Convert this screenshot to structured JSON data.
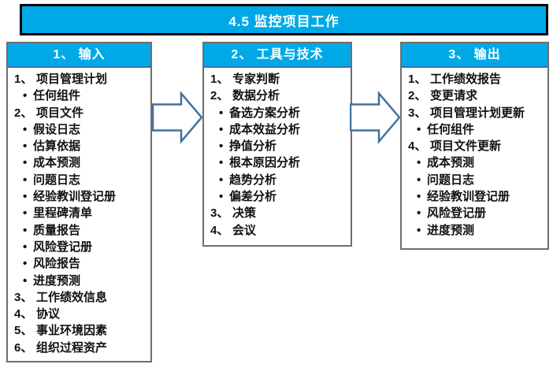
{
  "title": "4.5 监控项目工作",
  "colors": {
    "accent": "#00A9E6",
    "header_text": "#FFFFFF",
    "header_underline": "#2E75B6",
    "title_border": "#000000",
    "box_border": "#6E6E6E",
    "body_text": "#111111",
    "arrow_outline": "#41719C"
  },
  "columns": [
    {
      "header": "1、 输入",
      "items": [
        {
          "marker": "1、",
          "text": "项目管理计划",
          "level": 0
        },
        {
          "marker": "•",
          "text": "任何组件",
          "level": 1
        },
        {
          "marker": "2、",
          "text": "项目文件",
          "level": 0
        },
        {
          "marker": "•",
          "text": "假设日志",
          "level": 1
        },
        {
          "marker": "•",
          "text": "估算依据",
          "level": 1
        },
        {
          "marker": "•",
          "text": "成本预测",
          "level": 1
        },
        {
          "marker": "•",
          "text": "问题日志",
          "level": 1
        },
        {
          "marker": "•",
          "text": "经验教训登记册",
          "level": 1
        },
        {
          "marker": "•",
          "text": "里程碑清单",
          "level": 1
        },
        {
          "marker": "•",
          "text": "质量报告",
          "level": 1
        },
        {
          "marker": "•",
          "text": "风险登记册",
          "level": 1
        },
        {
          "marker": "•",
          "text": "风险报告",
          "level": 1
        },
        {
          "marker": "•",
          "text": "进度预测",
          "level": 1
        },
        {
          "marker": "3、",
          "text": "工作绩效信息",
          "level": 0
        },
        {
          "marker": "4、",
          "text": "协议",
          "level": 0
        },
        {
          "marker": "5、",
          "text": "事业环境因素",
          "level": 0
        },
        {
          "marker": "6、",
          "text": "组织过程资产",
          "level": 0
        }
      ]
    },
    {
      "header": "2、 工具与技术",
      "items": [
        {
          "marker": "1、",
          "text": "专家判断",
          "level": 0
        },
        {
          "marker": "2、",
          "text": "数据分析",
          "level": 0
        },
        {
          "marker": "•",
          "text": "备选方案分析",
          "level": 1
        },
        {
          "marker": "•",
          "text": "成本效益分析",
          "level": 1
        },
        {
          "marker": "•",
          "text": "挣值分析",
          "level": 1
        },
        {
          "marker": "•",
          "text": "根本原因分析",
          "level": 1
        },
        {
          "marker": "•",
          "text": "趋势分析",
          "level": 1
        },
        {
          "marker": "•",
          "text": "偏差分析",
          "level": 1
        },
        {
          "marker": "3、",
          "text": "决策",
          "level": 0
        },
        {
          "marker": "4、",
          "text": "会议",
          "level": 0
        }
      ]
    },
    {
      "header": "3、 输出",
      "items": [
        {
          "marker": "1、",
          "text": "工作绩效报告",
          "level": 0
        },
        {
          "marker": "2、",
          "text": "变更请求",
          "level": 0
        },
        {
          "marker": "3、",
          "text": "项目管理计划更新",
          "level": 0
        },
        {
          "marker": "•",
          "text": "任何组件",
          "level": 1
        },
        {
          "marker": "4、",
          "text": "项目文件更新",
          "level": 0
        },
        {
          "marker": "•",
          "text": "成本预测",
          "level": 1
        },
        {
          "marker": "•",
          "text": "问题日志",
          "level": 1
        },
        {
          "marker": "•",
          "text": "经验教训登记册",
          "level": 1
        },
        {
          "marker": "•",
          "text": "风险登记册",
          "level": 1
        },
        {
          "marker": "•",
          "text": "进度预测",
          "level": 1
        }
      ]
    }
  ]
}
